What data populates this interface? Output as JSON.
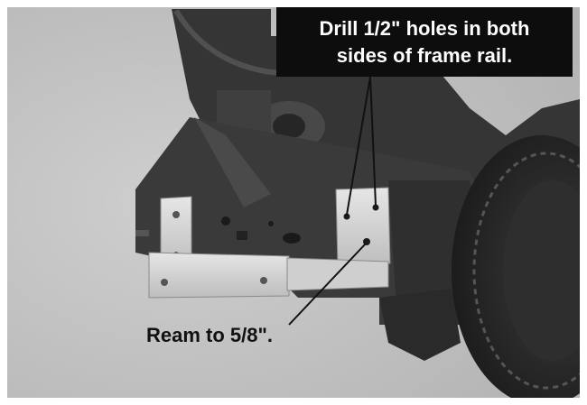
{
  "callout": {
    "line1": "Drill 1/2\" holes in both",
    "line2": "sides of frame rail."
  },
  "ream_label": "Ream to 5/8\".",
  "photo": {
    "subject": "vehicle frame rail with bracket",
    "colors": {
      "background": "#c4c4c4",
      "frame": "#3a3a3a",
      "bracket": "#d8d8d8",
      "tire": "#2a2a2a",
      "callout_bg": "#0d0d0d"
    }
  }
}
